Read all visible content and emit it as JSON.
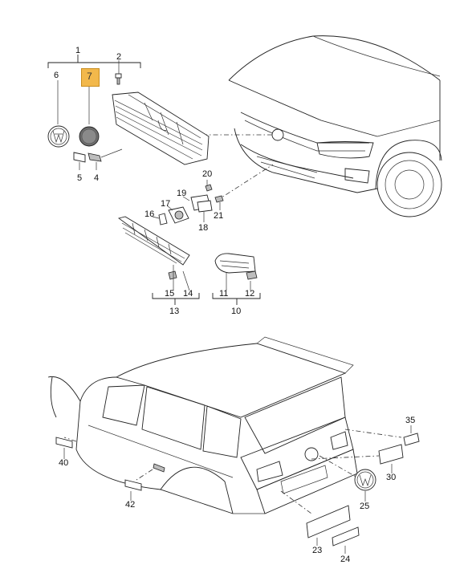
{
  "callouts": {
    "c1": "1",
    "c2": "2",
    "c4": "4",
    "c5": "5",
    "c6": "6",
    "c7": "7",
    "c10": "10",
    "c11": "11",
    "c12": "12",
    "c13": "13",
    "c14": "14",
    "c15": "15",
    "c16": "16",
    "c17": "17",
    "c18": "18",
    "c19": "19",
    "c20": "20",
    "c21": "21",
    "c23": "23",
    "c24": "24",
    "c25": "25",
    "c30": "30",
    "c35": "35",
    "c40": "40",
    "c42": "42"
  },
  "highlight": {
    "part": "7",
    "color": "#f2b84b"
  }
}
